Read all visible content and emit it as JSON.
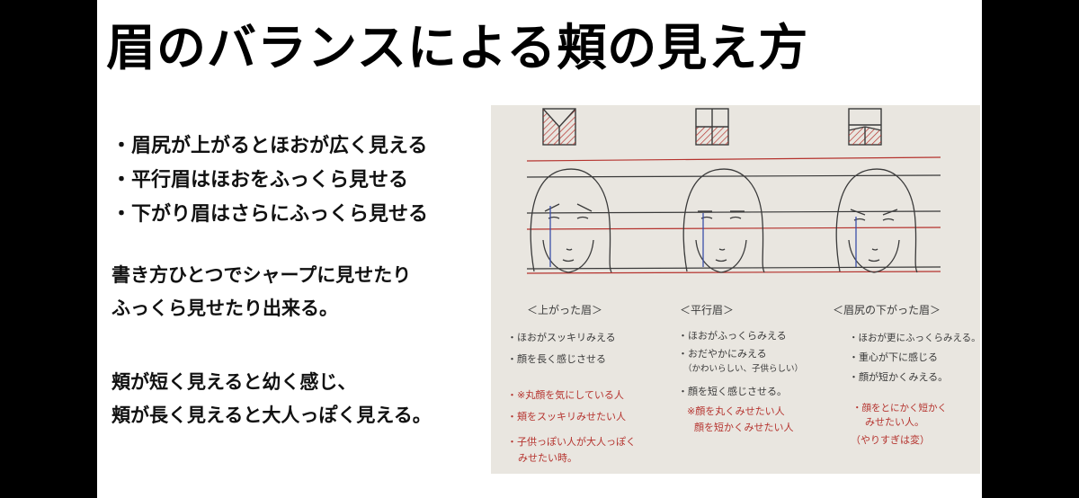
{
  "slide": {
    "title": "眉のバランスによる頬の見え方",
    "bullets": [
      "・眉尻が上がるとほおが広く見える",
      "・平行眉はほおをふっくら見せる",
      "・下がり眉はさらにふっくら見せる"
    ],
    "paragraph1": [
      "書き方ひとつでシャープに見せたり",
      "ふっくら見せたり出来る。"
    ],
    "paragraph2": [
      "頬が短く見えると幼く感じ、",
      "頬が長く見えると大人っぽく見える。"
    ]
  },
  "sketch": {
    "columns": [
      {
        "heading": "＜上がった眉＞",
        "notes": [
          "・ほおがスッキリみえる",
          "・顔を長く感じさせる"
        ],
        "red_notes": [
          "・※丸顔を気にしている人",
          "・頬をスッキリみせたい人",
          "・子供っぽい人が大人っぽく",
          "みせたい時。"
        ]
      },
      {
        "heading": "＜平行眉＞",
        "notes": [
          "・ほおがふっくらみえる",
          "・おだやかにみえる",
          "（かわいらしい、子供らしい）",
          "・顔を短く感じさせる。"
        ],
        "red_notes": [
          "※顔を丸くみせたい人",
          "顔を短かくみせたい人"
        ]
      },
      {
        "heading": "＜眉尻の下がった眉＞",
        "notes": [
          "・ほおが更にふっくらみえる。",
          "・重心が下に感じる",
          "・顔が短かくみえる。"
        ],
        "red_notes": [
          "・顔をとにかく短かく",
          "みせたい人。",
          "（やりすぎは変）"
        ]
      }
    ],
    "colors": {
      "pencil": "#3a3a3a",
      "red_pen": "#b5332e",
      "blue_pen": "#3b4fa8",
      "paper": "#e9e6e0"
    }
  }
}
